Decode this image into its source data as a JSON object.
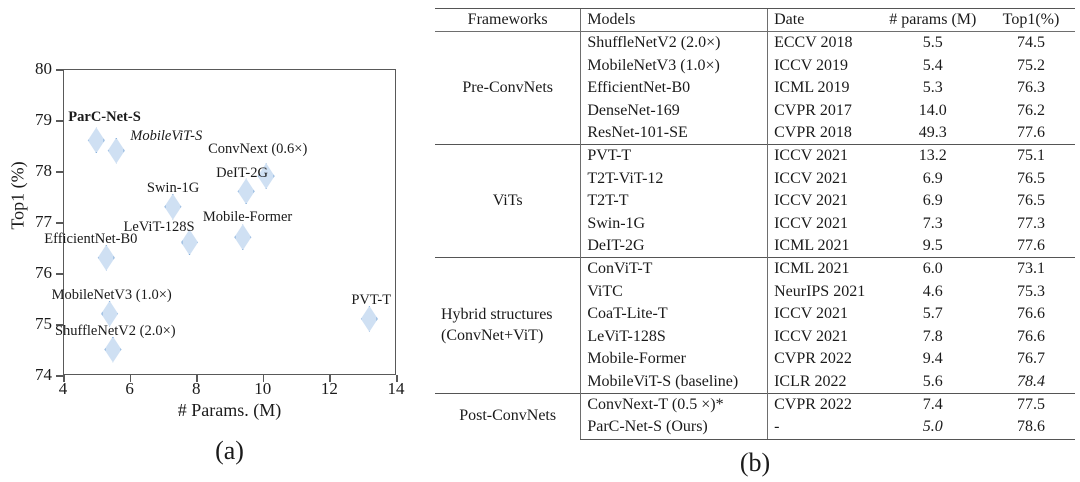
{
  "figure_a": {
    "caption": "(a)",
    "xlabel": "# Params. (M)",
    "ylabel": "Top1 (%)",
    "xticks": [
      "4",
      "6",
      "8",
      "10",
      "12",
      "14"
    ],
    "yticks": [
      "80",
      "79",
      "78",
      "77",
      "76",
      "75",
      "74"
    ]
  },
  "chart_data": {
    "type": "scatter",
    "title": "",
    "xlabel": "# Params. (M)",
    "ylabel": "Top1 (%)",
    "xlim": [
      4,
      14
    ],
    "ylim": [
      74,
      80
    ],
    "xticks": [
      4,
      6,
      8,
      10,
      12,
      14
    ],
    "yticks": [
      74,
      75,
      76,
      77,
      78,
      79,
      80
    ],
    "grid": false,
    "legend": "none",
    "marker": "diamond",
    "marker_fill": "#cfe0f3",
    "marker_edge": "#7ba7d7",
    "points": [
      {
        "label": "ParC-Net-S",
        "x": 5.0,
        "y": 78.6,
        "style": "bold",
        "label_dx": -28,
        "label_dy": -30
      },
      {
        "label": "MobileViT-S",
        "x": 5.6,
        "y": 78.4,
        "style": "italic",
        "label_dx": 14,
        "label_dy": -22
      },
      {
        "label": "ConvNext (0.6×)",
        "x": 10.1,
        "y": 77.9,
        "style": "normal",
        "label_dx": -58,
        "label_dy": -34
      },
      {
        "label": "DeIT-2G",
        "x": 9.5,
        "y": 77.6,
        "style": "normal",
        "label_dx": -30,
        "label_dy": -25
      },
      {
        "label": "Swin-1G",
        "x": 7.3,
        "y": 77.3,
        "style": "normal",
        "label_dx": -26,
        "label_dy": -26
      },
      {
        "label": "Mobile-Former",
        "x": 9.4,
        "y": 76.7,
        "style": "normal",
        "label_dx": -40,
        "label_dy": -27
      },
      {
        "label": "LeViT-128S",
        "x": 7.8,
        "y": 76.6,
        "style": "normal",
        "label_dx": -66,
        "label_dy": -22
      },
      {
        "label": "EfficientNet-B0",
        "x": 5.3,
        "y": 76.3,
        "style": "normal",
        "label_dx": -62,
        "label_dy": -26
      },
      {
        "label": "MobileNetV3 (1.0×)",
        "x": 5.4,
        "y": 75.2,
        "style": "normal",
        "label_dx": -58,
        "label_dy": -26
      },
      {
        "label": "ShuffleNetV2 (2.0×)",
        "x": 5.5,
        "y": 74.5,
        "style": "normal",
        "label_dx": -58,
        "label_dy": -26
      },
      {
        "label": "PVT-T",
        "x": 13.2,
        "y": 75.1,
        "style": "normal",
        "label_dx": -18,
        "label_dy": -26
      }
    ]
  },
  "figure_b": {
    "caption": "(b)",
    "headers": [
      "Frameworks",
      "Models",
      "Date",
      "# params (M)",
      "Top1(%)"
    ],
    "groups": [
      {
        "framework": "Pre-ConvNets",
        "rows": [
          {
            "model": "ShuffleNetV2 (2.0×)",
            "date": "ECCV 2018",
            "params": "5.5",
            "top1": "74.5"
          },
          {
            "model": "MobileNetV3 (1.0×)",
            "date": "ICCV 2019",
            "params": "5.4",
            "top1": "75.2"
          },
          {
            "model": "EfficientNet-B0",
            "date": "ICML 2019",
            "params": "5.3",
            "top1": "76.3"
          },
          {
            "model": "DenseNet-169",
            "date": "CVPR 2017",
            "params": "14.0",
            "top1": "76.2"
          },
          {
            "model": "ResNet-101-SE",
            "date": "CVPR 2018",
            "params": "49.3",
            "top1": "77.6"
          }
        ]
      },
      {
        "framework": "ViTs",
        "rows": [
          {
            "model": "PVT-T",
            "date": "ICCV 2021",
            "params": "13.2",
            "top1": "75.1"
          },
          {
            "model": "T2T-ViT-12",
            "date": "ICCV 2021",
            "params": "6.9",
            "top1": "76.5"
          },
          {
            "model": "T2T-T",
            "date": "ICCV 2021",
            "params": "6.9",
            "top1": "76.5"
          },
          {
            "model": "Swin-1G",
            "date": "ICCV 2021",
            "params": "7.3",
            "top1": "77.3"
          },
          {
            "model": "DeIT-2G",
            "date": "ICML 2021",
            "params": "9.5",
            "top1": "77.6"
          }
        ]
      },
      {
        "framework": "Hybrid structures (ConvNet+ViT)",
        "framework_line1": "Hybrid structures",
        "framework_line2": "(ConvNet+ViT)",
        "rows": [
          {
            "model": "ConViT-T",
            "date": "ICML 2021",
            "params": "6.0",
            "top1": "73.1"
          },
          {
            "model": "ViTC",
            "date": "NeurIPS 2021",
            "params": "4.6",
            "params_style": "bold",
            "top1": "75.3"
          },
          {
            "model": "CoaT-Lite-T",
            "date": "ICCV 2021",
            "params": "5.7",
            "top1": "76.6"
          },
          {
            "model": "LeViT-128S",
            "date": "ICCV 2021",
            "params": "7.8",
            "top1": "76.6"
          },
          {
            "model": "Mobile-Former",
            "date": "CVPR 2022",
            "params": "9.4",
            "top1": "76.7"
          },
          {
            "model": "MobileViT-S (baseline)",
            "date": "ICLR 2022",
            "params": "5.6",
            "top1": "78.4",
            "top1_style": "italic"
          }
        ]
      },
      {
        "framework": "Post-ConvNets",
        "rows": [
          {
            "model": "ConvNext-T (0.5 ×)*",
            "date": "CVPR 2022",
            "params": "7.4",
            "top1": "77.5"
          },
          {
            "model": "ParC-Net-S  (Ours)",
            "date": "-",
            "params": "5.0",
            "params_style": "italic",
            "top1": "78.6",
            "top1_style": "bold"
          }
        ]
      }
    ]
  }
}
